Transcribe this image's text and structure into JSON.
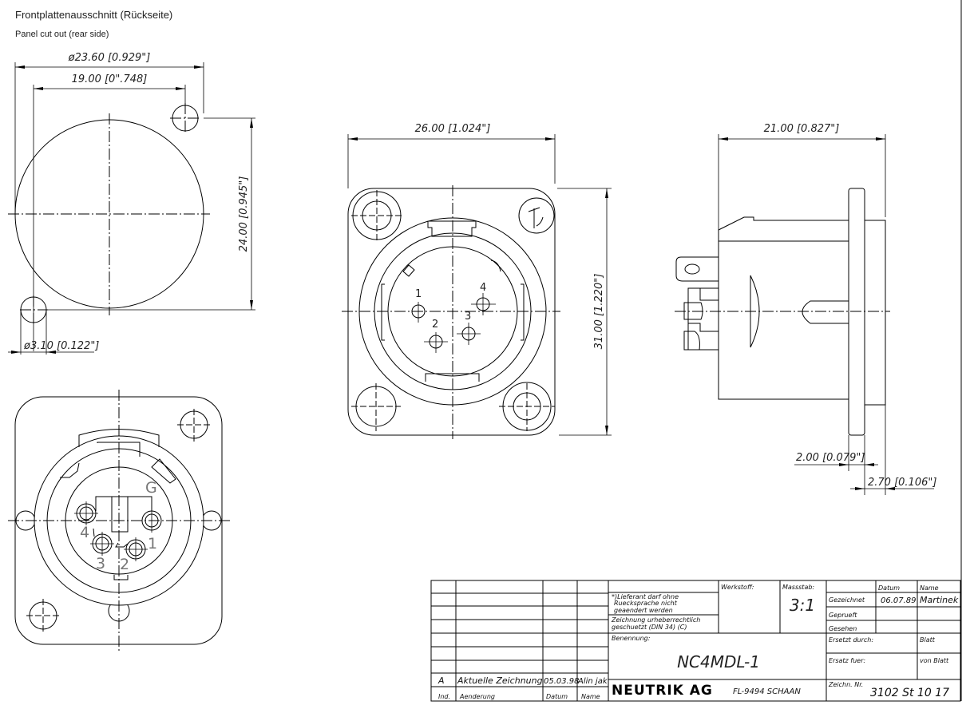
{
  "headings": {
    "title_de": "Frontplattenausschnitt (Rückseite)",
    "title_en": "Panel cut out (rear side)"
  },
  "dimensions": {
    "cutout_diameter": "ø23.60 [0.929\"]",
    "hole_spacing": "19.00 [0\".748]",
    "hole_vertical": "24.00 [0.945\"]",
    "hole_diameter": "ø3.10 [0.122\"]",
    "front_width": "26.00 [1.024\"]",
    "front_height": "31.00 [1.220\"]",
    "depth": "21.00 [0.827\"]",
    "flange_thickness": "2.00 [0.079\"]",
    "front_depth": "2.70 [0.106\"]"
  },
  "pins_front": [
    "1",
    "2",
    "3",
    "4"
  ],
  "pins_rear": [
    "1",
    "2",
    "3",
    "4",
    "G"
  ],
  "title_block": {
    "revision": {
      "index": "A",
      "change": "Aktuelle Zeichnung",
      "date": "05.03.98",
      "name": "Alin jak"
    },
    "revision_headers": {
      "index": "Ind.",
      "change": "Aenderung",
      "date": "Datum",
      "name": "Name"
    },
    "note_supplier": [
      "*)Lieferant darf ohne",
      "Ruecksprache nicht",
      "geaendert werden"
    ],
    "note_copyright": [
      "Zeichnung urheberrechtlich",
      "geschuetzt (DIN 34) (C)"
    ],
    "material_label": "Werkstoff:",
    "scale_label": "Massstab:",
    "scale_value": "3:1",
    "date_header": "Datum",
    "name_header": "Name",
    "drawn_label": "Gezeichnet",
    "drawn_date": "06.07.89",
    "drawn_name": "Martinek",
    "checked_label": "Geprueft",
    "seen_label": "Gesehen",
    "designation_label": "Benennung:",
    "designation": "NC4MDL-1",
    "replaced_by_label": "Ersetzt durch:",
    "sheet_label": "Blatt",
    "replacement_for_label": "Ersatz fuer:",
    "of_sheets_label": "von  Blatt",
    "company": "NEUTRIK AG",
    "company_address": "FL-9494 SCHAAN",
    "drawing_no_label": "Zeichn. Nr.",
    "drawing_no": "3102  St  10  17"
  }
}
